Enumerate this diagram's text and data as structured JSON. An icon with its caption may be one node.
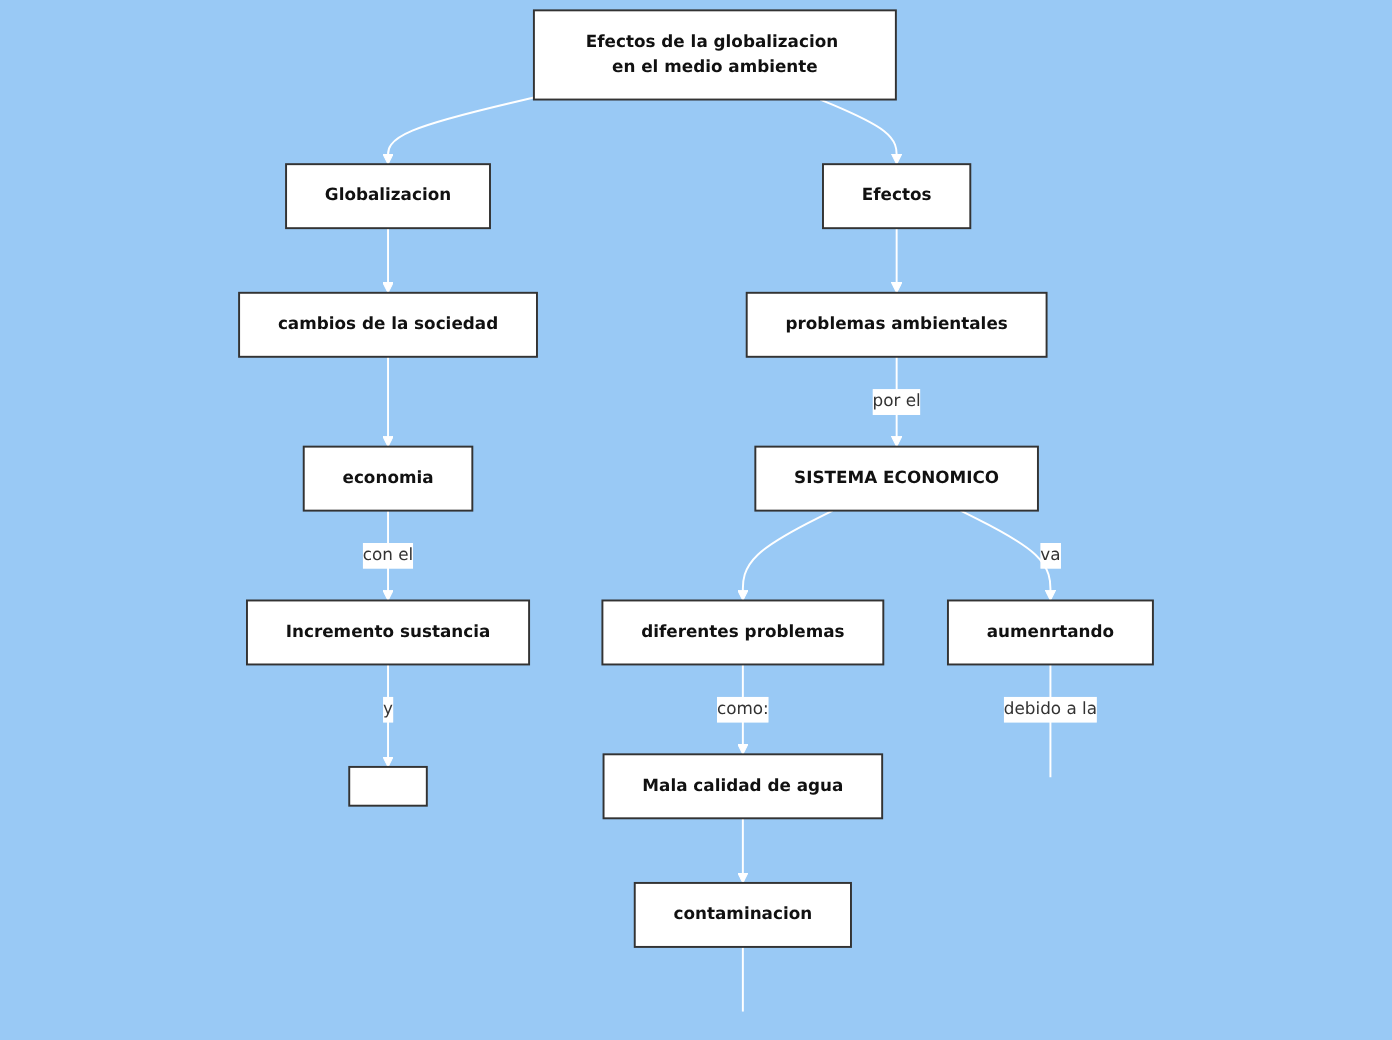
{
  "diagram": {
    "nodes": [
      {
        "text": [
          "Efectos de la globalizacion en el medio ambiente"
        ]
      },
      {
        "text": [
          "Globalizacion"
        ]
      },
      {
        "text": [
          "cambios de la sociedad"
        ]
      },
      {
        "text": [
          "economia"
        ]
      },
      {
        "text": [
          "Incremento sustancia"
        ]
      },
      {
        "text": [],
        "shape": "box"
      },
      {
        "text": [
          "Efectos"
        ]
      },
      {
        "text": [
          "problemas ambientales"
        ]
      },
      {
        "text": [
          "SISTEMA ECONOMICO"
        ]
      },
      {
        "text": [
          "diferentes problemas"
        ]
      },
      {
        "text": [
          "Mala calidad de agua"
        ]
      },
      {
        "text": [
          "contaminacion"
        ]
      },
      {
        "text": [
          "aumenrtando"
        ]
      }
    ],
    "edges": [
      {
        "from": 0,
        "to": 1,
        "arrow": "to"
      },
      {
        "from": 0,
        "to": 6,
        "arrow": "to"
      },
      {
        "from": 1,
        "to": 2,
        "arrow": "to"
      },
      {
        "from": 6,
        "to": 7,
        "arrow": "to"
      },
      {
        "from": 2,
        "to": 3,
        "arrow": "to"
      },
      {
        "from": 7,
        "to": 8,
        "arrow": "to",
        "label": "por el"
      },
      {
        "from": 8,
        "to": 9,
        "arrow": "to"
      },
      {
        "from": 8,
        "to": 12,
        "arrow": "to",
        "label": "va"
      },
      {
        "from": 3,
        "to": 4,
        "arrow": "to",
        "label": "con el"
      },
      {
        "from": 9,
        "to": 10,
        "arrow": "to",
        "label": "como:"
      },
      {
        "from": 10,
        "to": 11,
        "arrow": "to"
      },
      {
        "from": 4,
        "to": 5,
        "arrow": "to",
        "label": "y"
      },
      {
        "from": 12,
        "to": null,
        "arrow": "none",
        "label": "debido a la"
      },
      {
        "from": 11,
        "to": null,
        "arrow": "none"
      }
    ]
  }
}
